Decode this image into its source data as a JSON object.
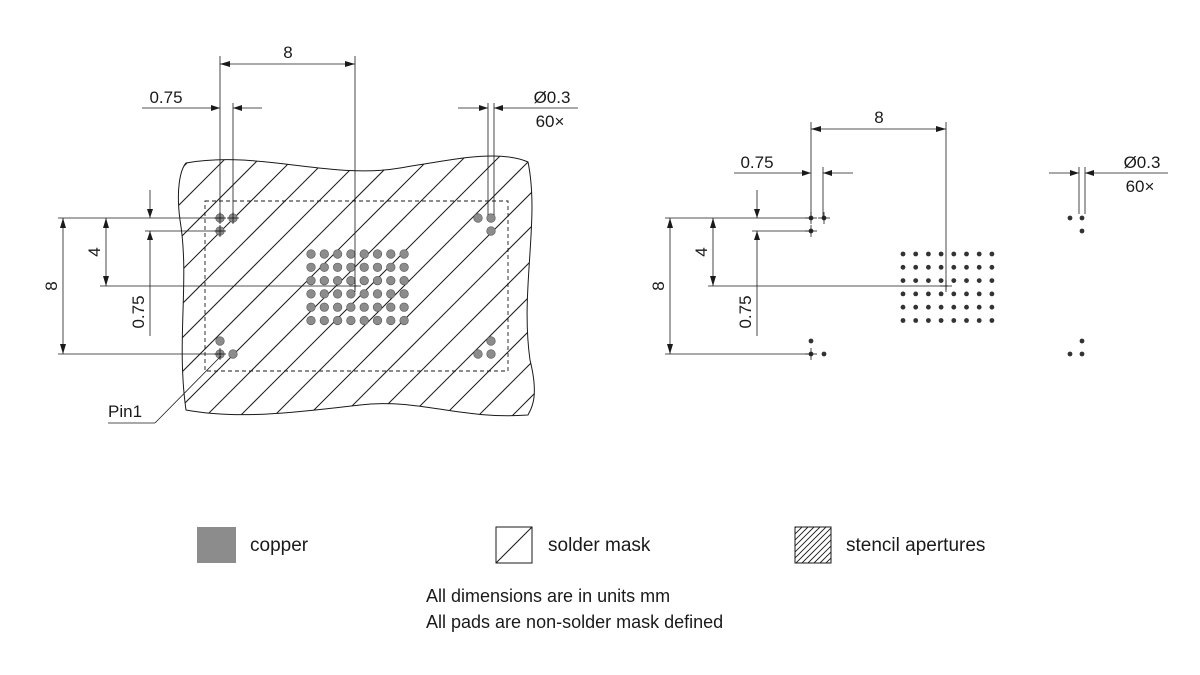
{
  "left_view": {
    "dim_width": "8",
    "dim_pitch_top": "0.75",
    "dim_diameter": "Ø0.3",
    "dim_count": "60×",
    "dim_height": "8",
    "dim_half": "4",
    "dim_pitch_side": "0.75",
    "pin_label": "Pin1"
  },
  "right_view": {
    "dim_width": "8",
    "dim_pitch_top": "0.75",
    "dim_diameter": "Ø0.3",
    "dim_count": "60×",
    "dim_height": "8",
    "dim_half": "4",
    "dim_pitch_side": "0.75"
  },
  "legend": {
    "copper": "copper",
    "solder_mask": "solder mask",
    "stencil": "stencil apertures"
  },
  "notes": {
    "units": "All dimensions are in units mm",
    "pads": "All pads are non-solder mask defined"
  },
  "colors": {
    "copper": "#8c8c8c",
    "line": "#1a1a1a"
  }
}
